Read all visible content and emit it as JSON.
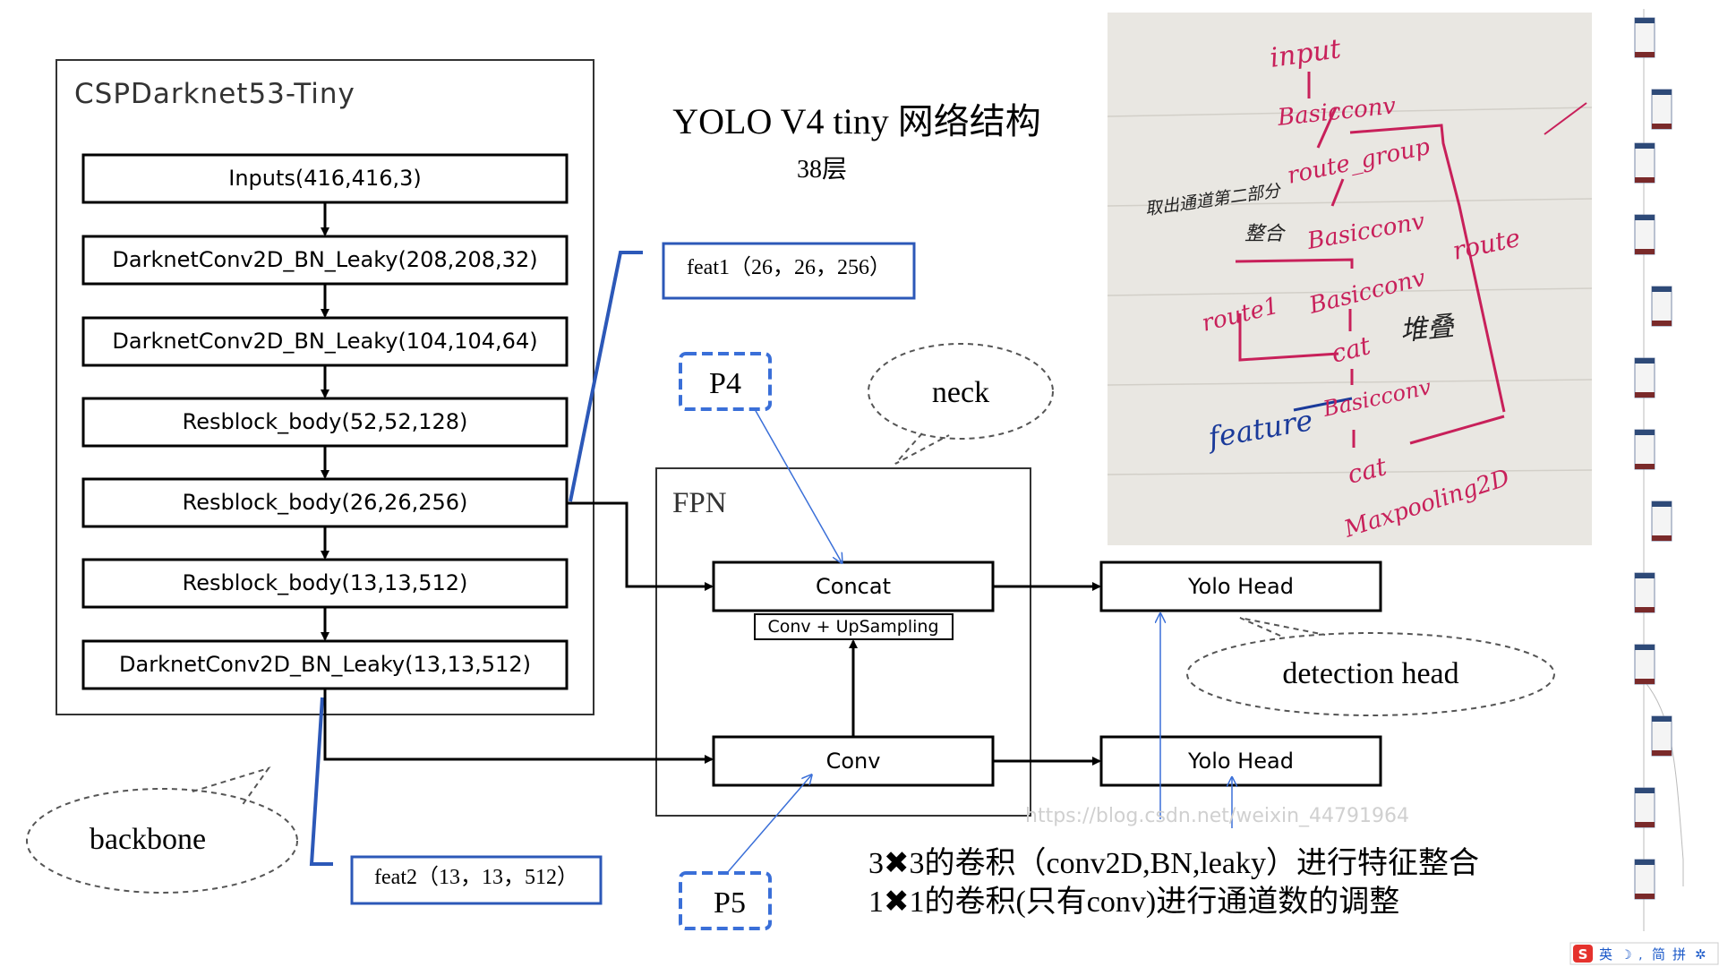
{
  "title": "YOLO V4 tiny 网络结构",
  "subtitle": "38层",
  "backbone": {
    "title": "CSPDarknet53-Tiny",
    "layers": [
      "Inputs(416,416,3)",
      "DarknetConv2D_BN_Leaky(208,208,32)",
      "DarknetConv2D_BN_Leaky(104,104,64)",
      "Resblock_body(52,52,128)",
      "Resblock_body(26,26,256)",
      "Resblock_body(13,13,512)",
      "DarknetConv2D_BN_Leaky(13,13,512)"
    ]
  },
  "feat1": "feat1（26，26，256）",
  "feat2": "feat2（13，13，512）",
  "fpn": {
    "title": "FPN",
    "concat": "Concat",
    "upsample": "Conv + UpSampling",
    "conv": "Conv"
  },
  "heads": [
    "Yolo Head",
    "Yolo Head"
  ],
  "callouts": {
    "neck": "neck",
    "backbone": "backbone",
    "detection_head": "detection head",
    "p4": "P4",
    "p5": "P5"
  },
  "notes": [
    "3✖3的卷积（conv2D,BN,leaky）进行特征整合",
    "1✖1的卷积(只有conv)进行通道数的调整"
  ],
  "watermark": "https://blog.csdn.net/weixin_44791964",
  "sketch": {
    "labels": [
      "input",
      "Basicconv",
      "route_group",
      "取出通道第二部分",
      "整合",
      "Basicconv",
      "route",
      "route1",
      "Basicconv",
      "cat",
      "堆叠",
      "Basicconv",
      "feature",
      "cat",
      "Maxpooling2D"
    ]
  },
  "ime": {
    "labels": [
      "英",
      "简",
      "拼"
    ]
  },
  "colors": {
    "blue_accent": "#3a6fd8",
    "box_blue": "#2c58b8",
    "sketch_pink": "#c8205a",
    "sketch_blue": "#1a3a9a",
    "ime_red": "#e5322d"
  }
}
